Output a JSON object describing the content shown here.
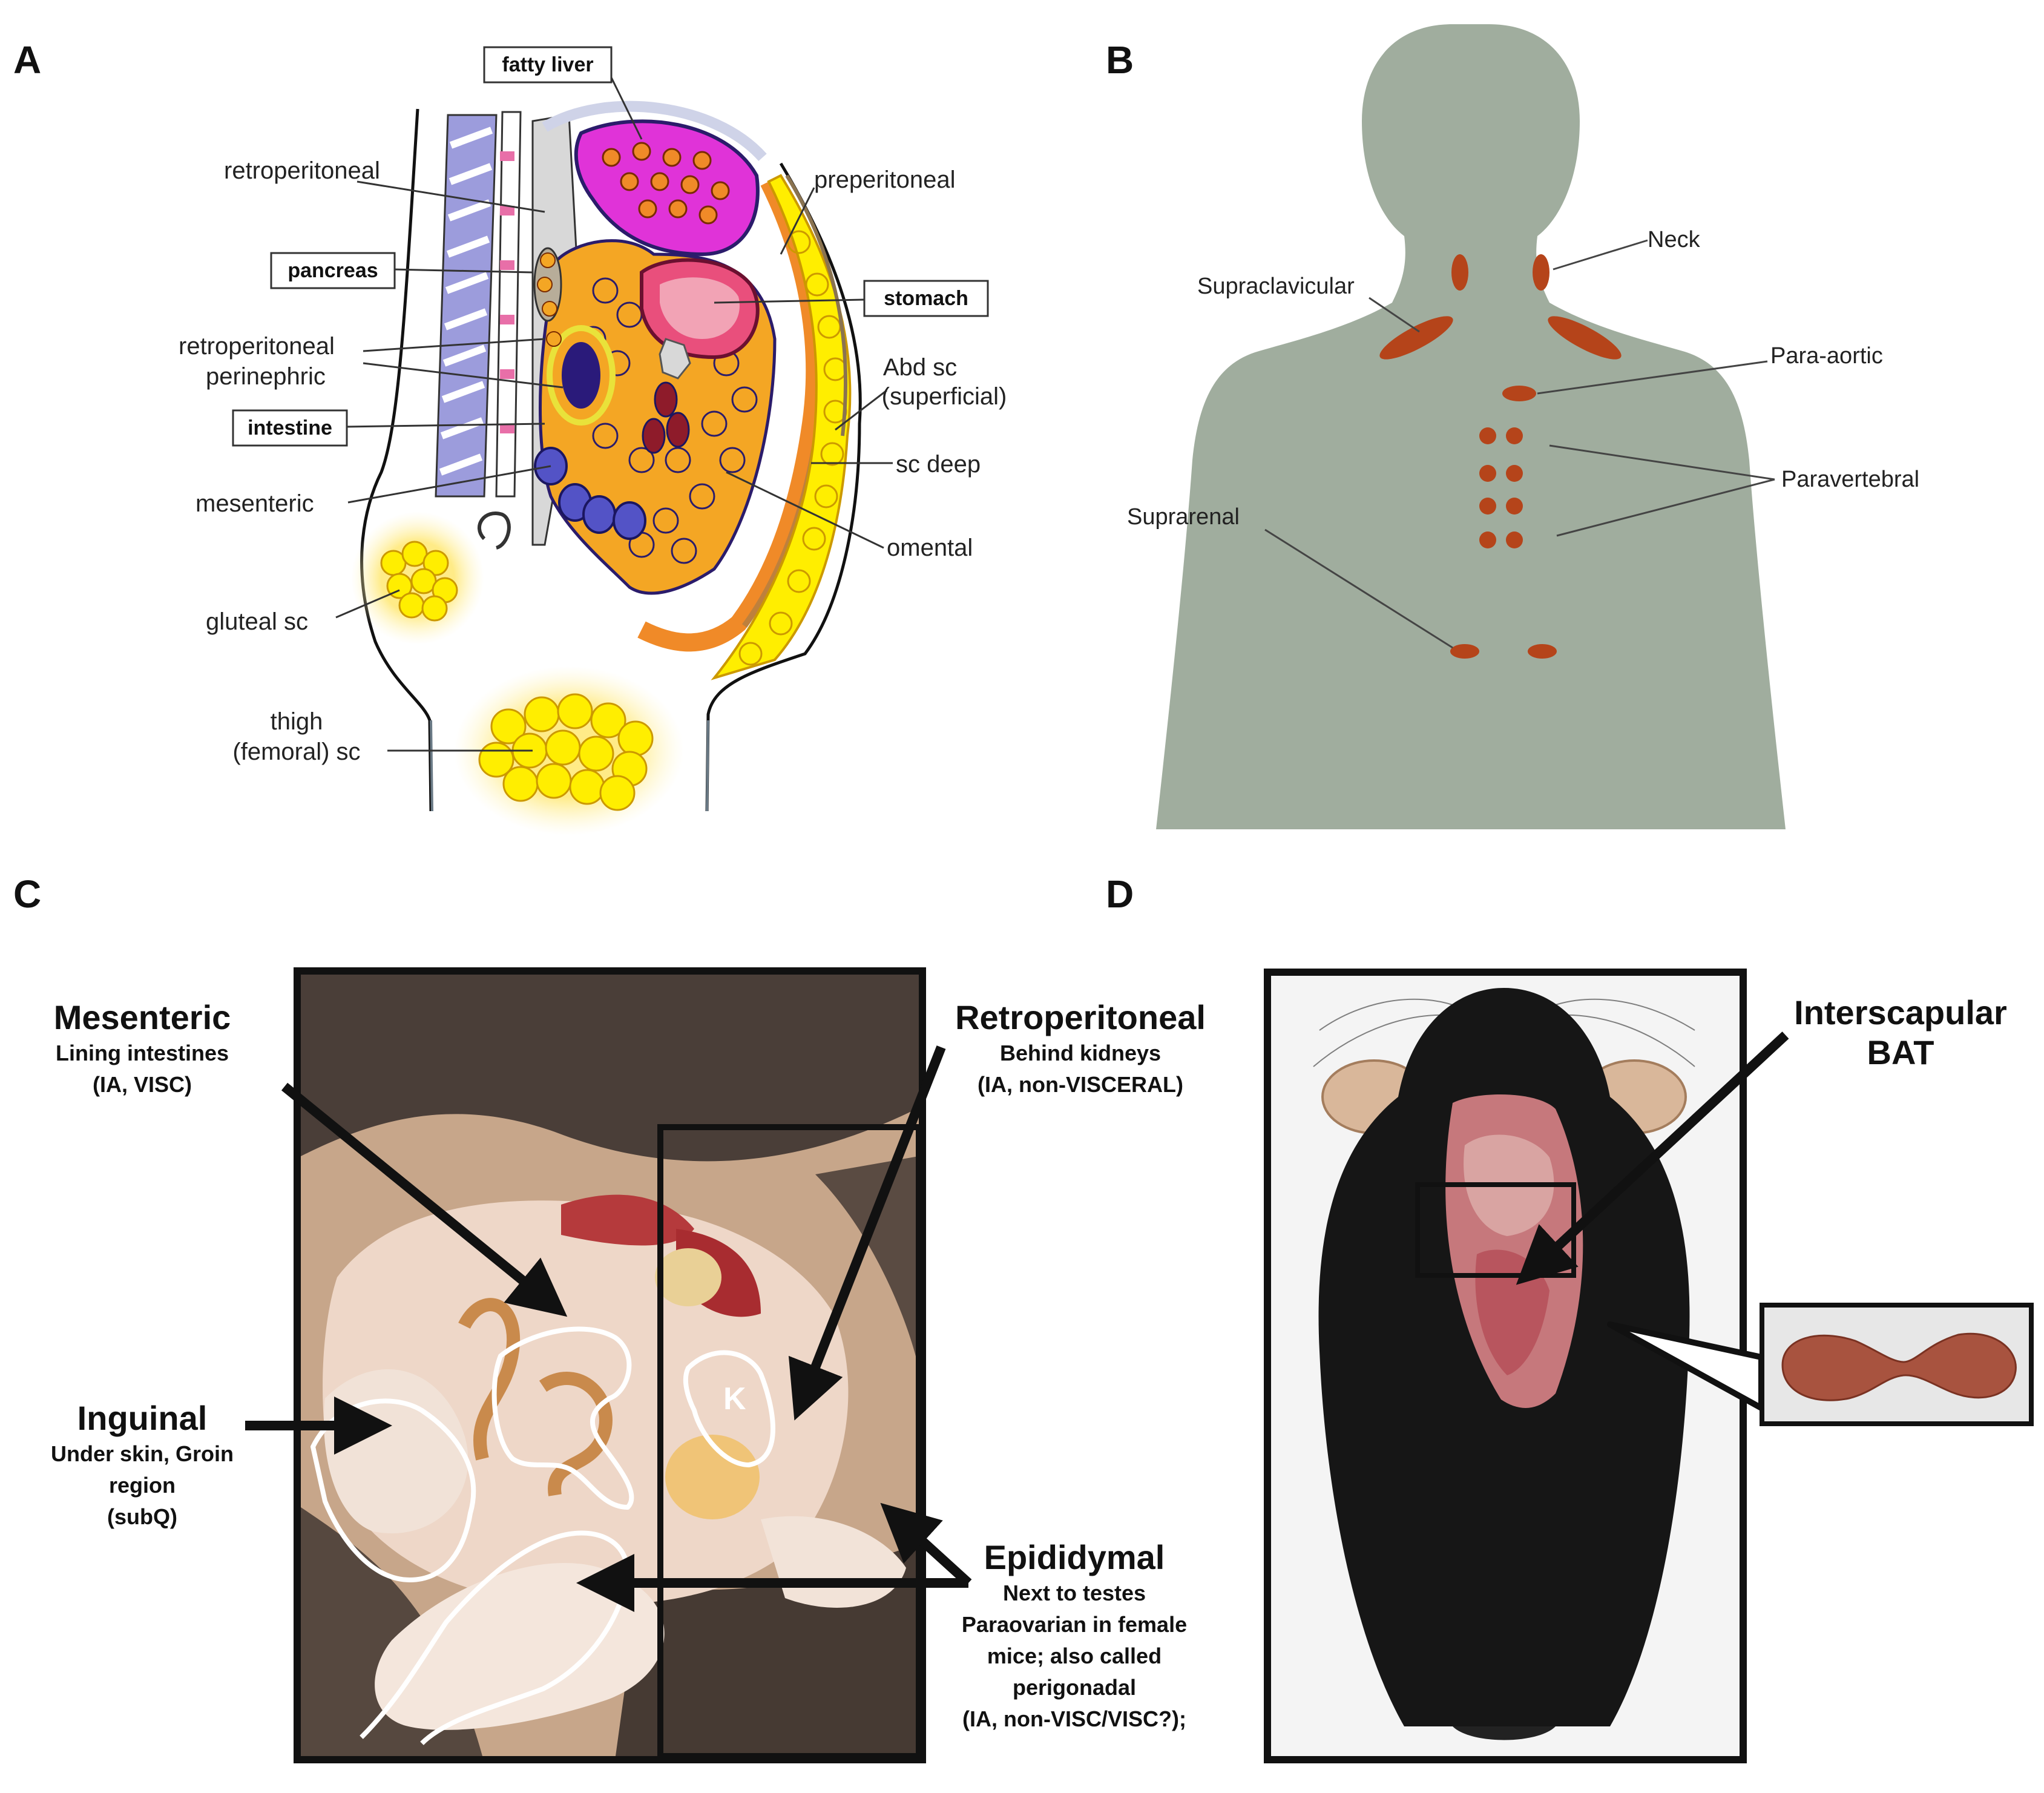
{
  "panels": {
    "a": {
      "letter": "A",
      "labels": {
        "fatty_liver": "fatty liver",
        "retroperitoneal": "retroperitoneal",
        "pancreas": "pancreas",
        "retro_perinephric_1": "retroperitoneal",
        "retro_perinephric_2": "perinephric",
        "intestine": "intestine",
        "mesenteric": "mesenteric",
        "gluteal": "gluteal sc",
        "thigh_1": "thigh",
        "thigh_2": "(femoral) sc",
        "preperitoneal": "preperitoneal",
        "stomach": "stomach",
        "abd_1": "Abd sc",
        "abd_2": "(superficial)",
        "sc_deep": "sc deep",
        "omental": "omental"
      }
    },
    "b": {
      "letter": "B",
      "labels": {
        "neck": "Neck",
        "supraclavicular": "Supraclavicular",
        "para_aortic": "Para-aortic",
        "paravertebral": "Paravertebral",
        "suprarenal": "Suprarenal"
      }
    },
    "c": {
      "letter": "C",
      "kidney_marker": "K",
      "mesenteric": {
        "title": "Mesenteric",
        "lines": [
          "Lining intestines",
          "(IA, VISC)"
        ]
      },
      "retroperitoneal": {
        "title": "Retroperitoneal",
        "lines": [
          "Behind kidneys",
          "(IA, non-VISCERAL)"
        ]
      },
      "inguinal": {
        "title": "Inguinal",
        "lines": [
          "Under skin, Groin",
          "region",
          "(subQ)"
        ]
      },
      "epididymal": {
        "title": "Epididymal",
        "lines": [
          "Next to testes",
          "Paraovarian in female",
          "mice; also called",
          "perigonadal",
          "(IA, non-VISC/VISC?);"
        ]
      }
    },
    "d": {
      "letter": "D",
      "interscapular": {
        "title_1": "Interscapular",
        "title_2": "BAT"
      }
    }
  },
  "colors": {
    "silhouette": "#a0ad9e",
    "bat_depot": "#b5441a",
    "fat_yellow": "#ffee00",
    "liver_magenta": "#e033d8",
    "stomach_pink": "#e94f7c",
    "visceral_orange": "#f4a624",
    "spine_purple": "#8f8fd9"
  }
}
